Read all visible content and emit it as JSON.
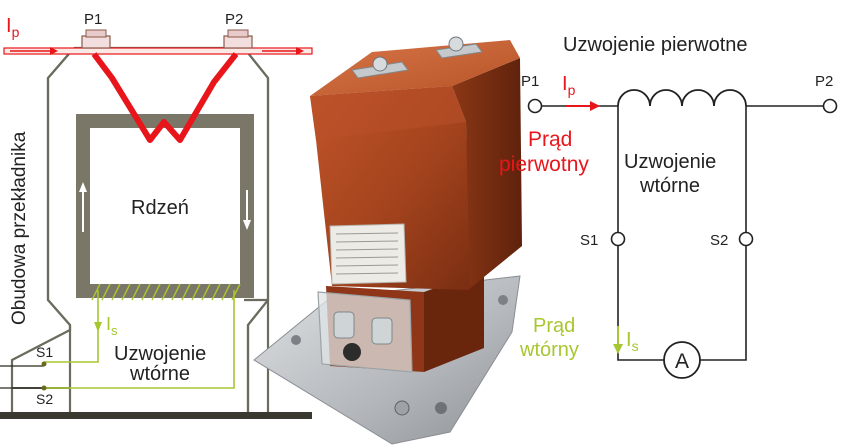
{
  "left": {
    "label_ip": "I",
    "label_ip_sub": "p",
    "label_p1": "P1",
    "label_p2": "P2",
    "label_housing": "Obudowa przekładnika",
    "label_core": "Rdzeń",
    "label_is": "I",
    "label_is_sub": "s",
    "label_secondary_line1": "Uzwojenie",
    "label_secondary_line2": "wtórne",
    "label_s1": "S1",
    "label_s2": "S2"
  },
  "right": {
    "title_primary": "Uzwojenie pierwotne",
    "label_p1": "P1",
    "label_p2": "P2",
    "label_ip": "I",
    "label_ip_sub": "p",
    "label_primary_current_line1": "Prąd",
    "label_primary_current_line2": "pierwotny",
    "label_secondary_line1": "Uzwojenie",
    "label_secondary_line2": "wtórne",
    "label_s1": "S1",
    "label_s2": "S2",
    "label_secondary_current_line1": "Prąd",
    "label_secondary_current_line2": "wtórny",
    "label_is": "I",
    "label_is_sub": "s",
    "label_ammeter": "A"
  },
  "colors": {
    "primary": "#e8161b",
    "secondary": "#a7c730",
    "housing": "#6b6b5e",
    "core": "#7a7769",
    "resin": "#a0431f",
    "plate": "#b9bcc0"
  }
}
